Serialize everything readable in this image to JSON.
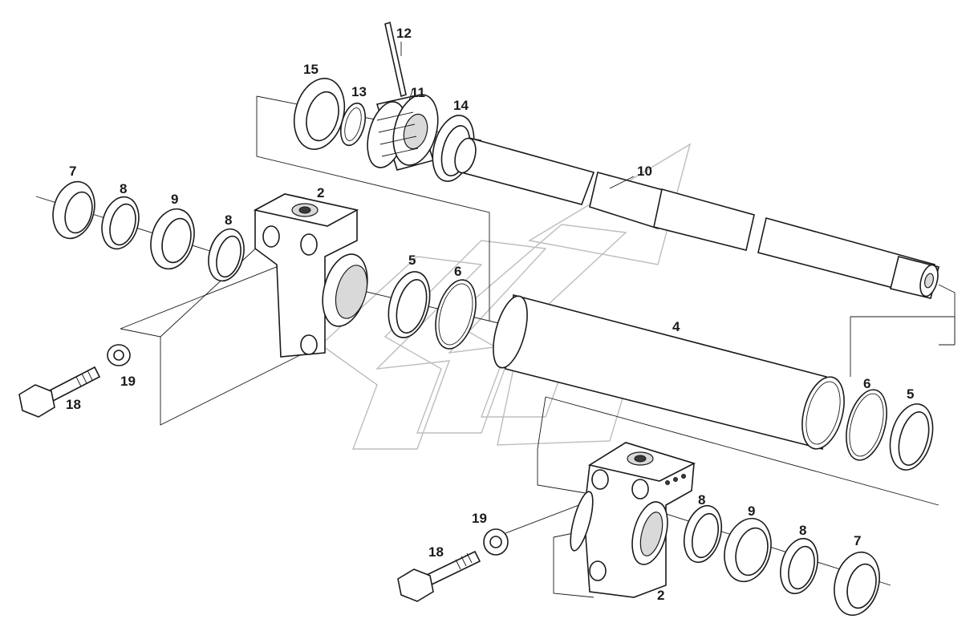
{
  "diagram": {
    "callouts": {
      "c2a": "2",
      "c2b": "2",
      "c4": "4",
      "c5a": "5",
      "c5b": "5",
      "c6a": "6",
      "c6b": "6",
      "c7a": "7",
      "c7b": "7",
      "c8a": "8",
      "c8b": "8",
      "c8c": "8",
      "c8d": "8",
      "c9a": "9",
      "c9b": "9",
      "c10": "10",
      "c11": "11",
      "c12": "12",
      "c13": "13",
      "c14": "14",
      "c15": "15",
      "c18a": "18",
      "c18b": "18",
      "c19a": "19",
      "c19b": "19"
    }
  }
}
